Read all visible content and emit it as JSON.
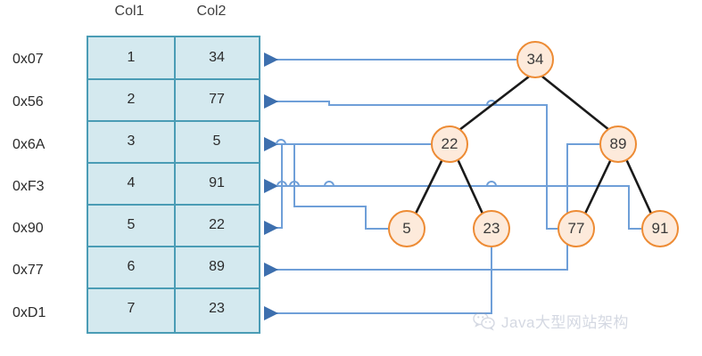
{
  "table": {
    "headers": [
      "Col1",
      "Col2"
    ],
    "addresses": [
      "0x07",
      "0x56",
      "0x6A",
      "0xF3",
      "0x90",
      "0x77",
      "0xD1"
    ],
    "rows": [
      {
        "col1": "1",
        "col2": "34"
      },
      {
        "col1": "2",
        "col2": "77"
      },
      {
        "col1": "3",
        "col2": "5"
      },
      {
        "col1": "4",
        "col2": "91"
      },
      {
        "col1": "5",
        "col2": "22"
      },
      {
        "col1": "6",
        "col2": "89"
      },
      {
        "col1": "7",
        "col2": "23"
      }
    ],
    "fill_color": "#d4e9ef",
    "border_color": "#4a9cb5"
  },
  "tree": {
    "nodes": [
      {
        "id": "root",
        "label": "34",
        "level": 0
      },
      {
        "id": "n22",
        "label": "22",
        "level": 1
      },
      {
        "id": "n89",
        "label": "89",
        "level": 1
      },
      {
        "id": "n5",
        "label": "5",
        "level": 2
      },
      {
        "id": "n23",
        "label": "23",
        "level": 2
      },
      {
        "id": "n77",
        "label": "77",
        "level": 2
      },
      {
        "id": "n91",
        "label": "91",
        "level": 2
      }
    ],
    "edges": [
      {
        "from": "root",
        "to": "n22"
      },
      {
        "from": "root",
        "to": "n89"
      },
      {
        "from": "n22",
        "to": "n5"
      },
      {
        "from": "n22",
        "to": "n23"
      },
      {
        "from": "n89",
        "to": "n77"
      },
      {
        "from": "n89",
        "to": "n91"
      }
    ],
    "node_fill": "#fdeadb",
    "node_border": "#ed8b34",
    "edge_color": "#1a1a1a"
  },
  "pointers": {
    "color": "#6f9fd8",
    "links": [
      {
        "node": "34",
        "to_address": "0x07",
        "to_row": 1
      },
      {
        "node": "22",
        "to_address": "0x90",
        "to_row": 5
      },
      {
        "node": "89",
        "to_address": "0x77",
        "to_row": 6
      },
      {
        "node": "5",
        "to_address": "0x6A",
        "to_row": 3
      },
      {
        "node": "23",
        "to_address": "0xD1",
        "to_row": 7
      },
      {
        "node": "77",
        "to_address": "0x56",
        "to_row": 2
      },
      {
        "node": "91",
        "to_address": "0xF3",
        "to_row": 4
      }
    ]
  },
  "watermark": {
    "text": "Java大型网站架构",
    "icon": "wechat-icon"
  }
}
